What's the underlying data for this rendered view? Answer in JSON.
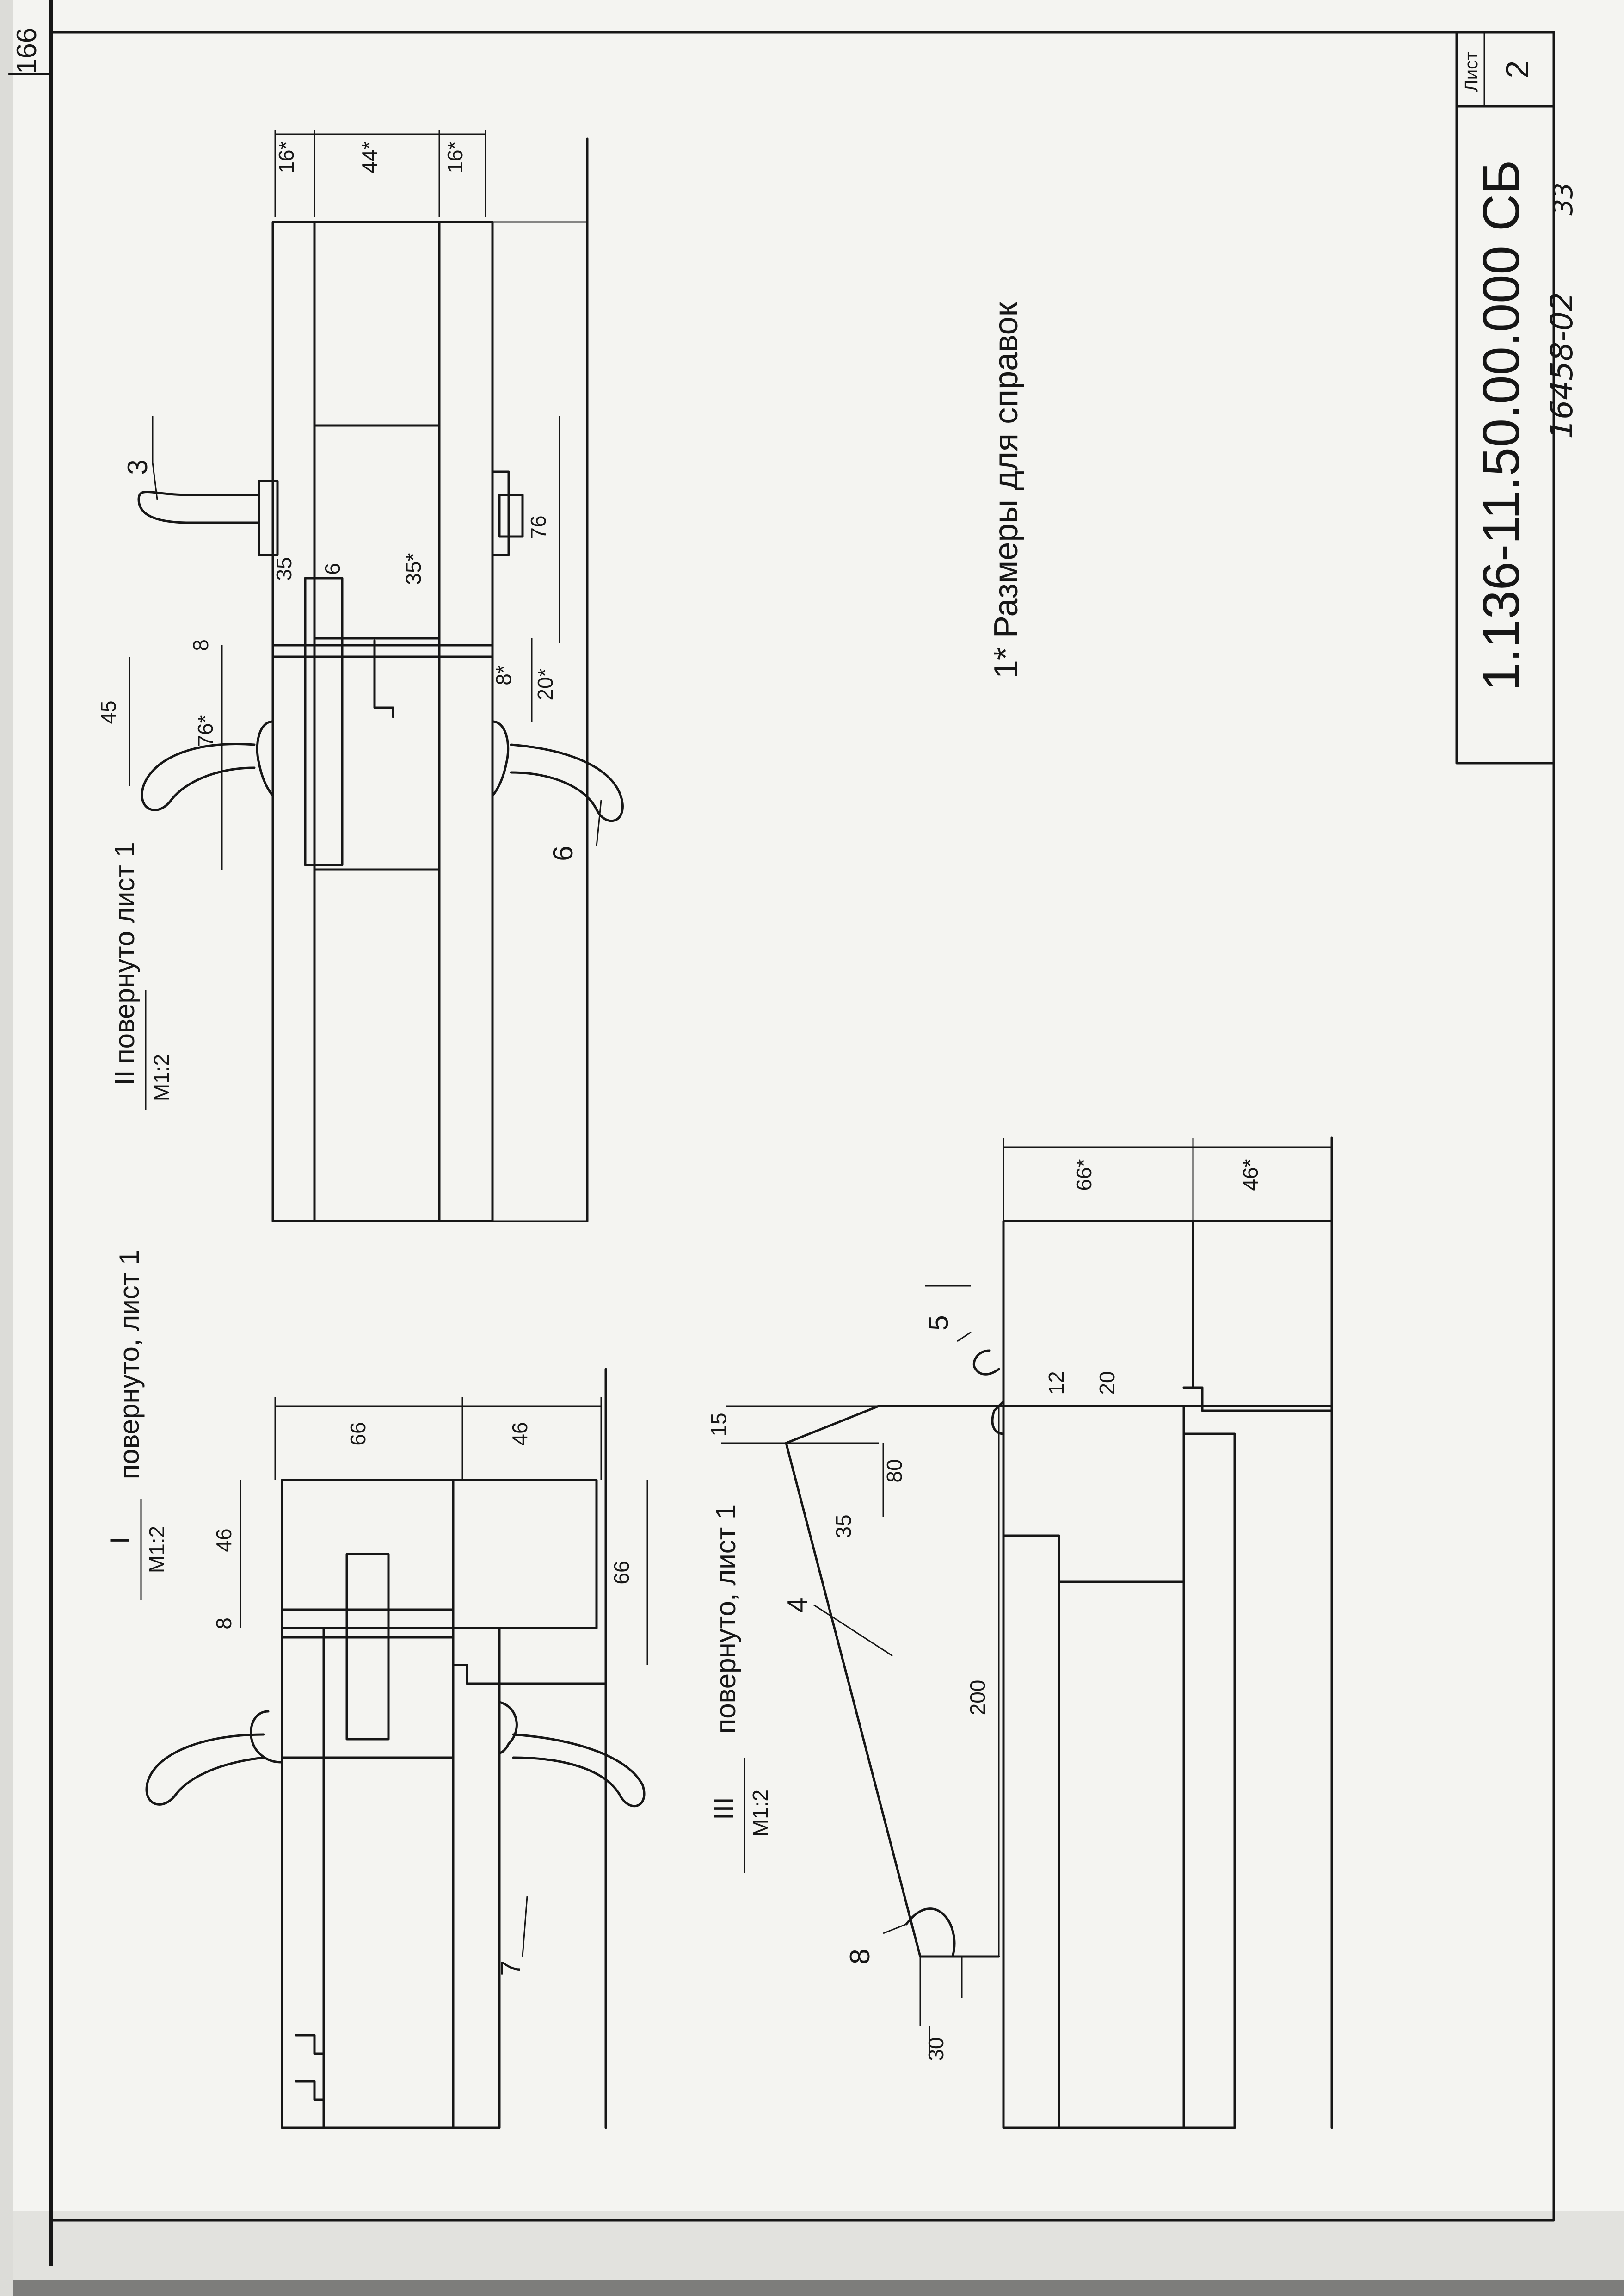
{
  "sheet_number_corner": "166",
  "title_block": {
    "sheet_label": "Лист",
    "sheet_value": "2",
    "document_code": "1.136-11.50.00.000 СБ",
    "handwritten_note": "16458-02",
    "handwritten_note_2": "33"
  },
  "note": "1* Размеры  для  справок",
  "section_I": {
    "numeral": "I",
    "scale": "М1:2",
    "caption": "повернуто, лист 1",
    "dims": [
      "46",
      "8",
      "66",
      "66",
      "46"
    ],
    "callouts": [
      "7"
    ]
  },
  "section_II": {
    "numeral": "II",
    "scale": "М1:2",
    "caption": "повернуто лист 1",
    "dims": [
      "16*",
      "44*",
      "16*",
      "45",
      "76*",
      "8",
      "35",
      "6",
      "35*",
      "76",
      "8*",
      "20*"
    ],
    "callouts": [
      "3",
      "6"
    ]
  },
  "section_III": {
    "numeral": "III",
    "scale": "М1:2",
    "caption": "повернуто, лист 1",
    "dims": [
      "66*",
      "46*",
      "15",
      "80",
      "35",
      "200",
      "30",
      "12",
      "20"
    ],
    "callouts": [
      "4",
      "5",
      "8"
    ]
  }
}
